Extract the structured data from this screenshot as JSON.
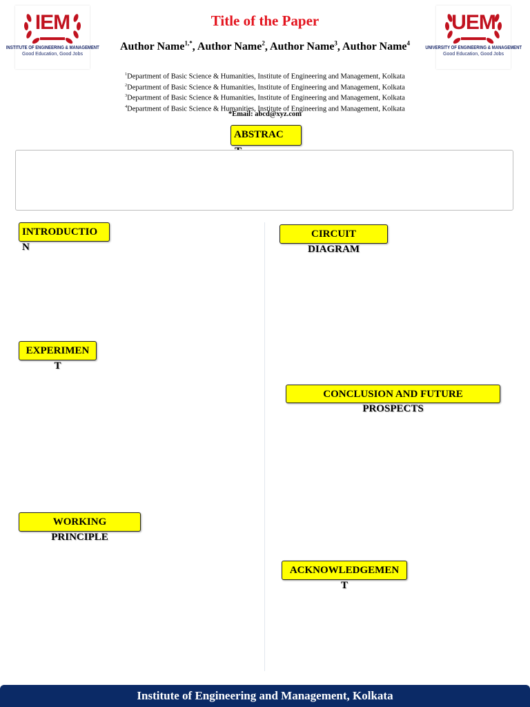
{
  "header": {
    "title": "Title of the Paper",
    "authors": [
      {
        "name": "Author Name",
        "sup": "1,*"
      },
      {
        "name": "Author Name",
        "sup": "2"
      },
      {
        "name": "Author Name",
        "sup": "3"
      },
      {
        "name": "Author Name",
        "sup": "4"
      }
    ],
    "affiliations": [
      {
        "sup": "1",
        "text": "Department of Basic Science & Humanities, Institute of Engineering and Management, Kolkata"
      },
      {
        "sup": "2",
        "text": "Department of Basic Science & Humanities, Institute of Engineering and Management, Kolkata"
      },
      {
        "sup": "3",
        "text": "Department of Basic Science & Humanities, Institute of Engineering and Management, Kolkata"
      },
      {
        "sup": "4",
        "text": "Department of Basic Science & Humanities, Institute of Engineering and Management, Kolkata"
      }
    ],
    "email": "*Email: abcd@xyz.com"
  },
  "logos": {
    "left": {
      "acronym": "IEM",
      "name": "INSTITUTE OF ENGINEERING & MANAGEMENT",
      "tagline": "Good Education, Good Jobs"
    },
    "right": {
      "acronym": "UEM",
      "name": "UNIVERSITY OF ENGINEERING & MANAGEMENT",
      "tagline": "Good Education, Good Jobs"
    },
    "accent_color": "#c1121f",
    "text_color": "#1b2a6b"
  },
  "sections": {
    "abstract": {
      "line1": "ABSTRAC",
      "line2": "T"
    },
    "introduction": {
      "line1": "INTRODUCTIO",
      "line2": "N"
    },
    "experiment": {
      "line1": "EXPERIMEN",
      "line2": "T"
    },
    "working_principle": {
      "line1": "WORKING",
      "line2": "PRINCIPLE"
    },
    "circuit_diagram": {
      "line1": "CIRCUIT",
      "line2": "DIAGRAM"
    },
    "conclusion": {
      "line1": "CONCLUSION AND FUTURE",
      "line2": "PROSPECTS"
    },
    "acknowledgement": {
      "line1": "ACKNOWLEDGEMEN",
      "line2": "T"
    }
  },
  "footer": {
    "text": "Institute of Engineering and Management, Kolkata"
  },
  "colors": {
    "title": "#e3141e",
    "section_bg": "#ffff00",
    "footer_bg": "#0b2a66"
  }
}
